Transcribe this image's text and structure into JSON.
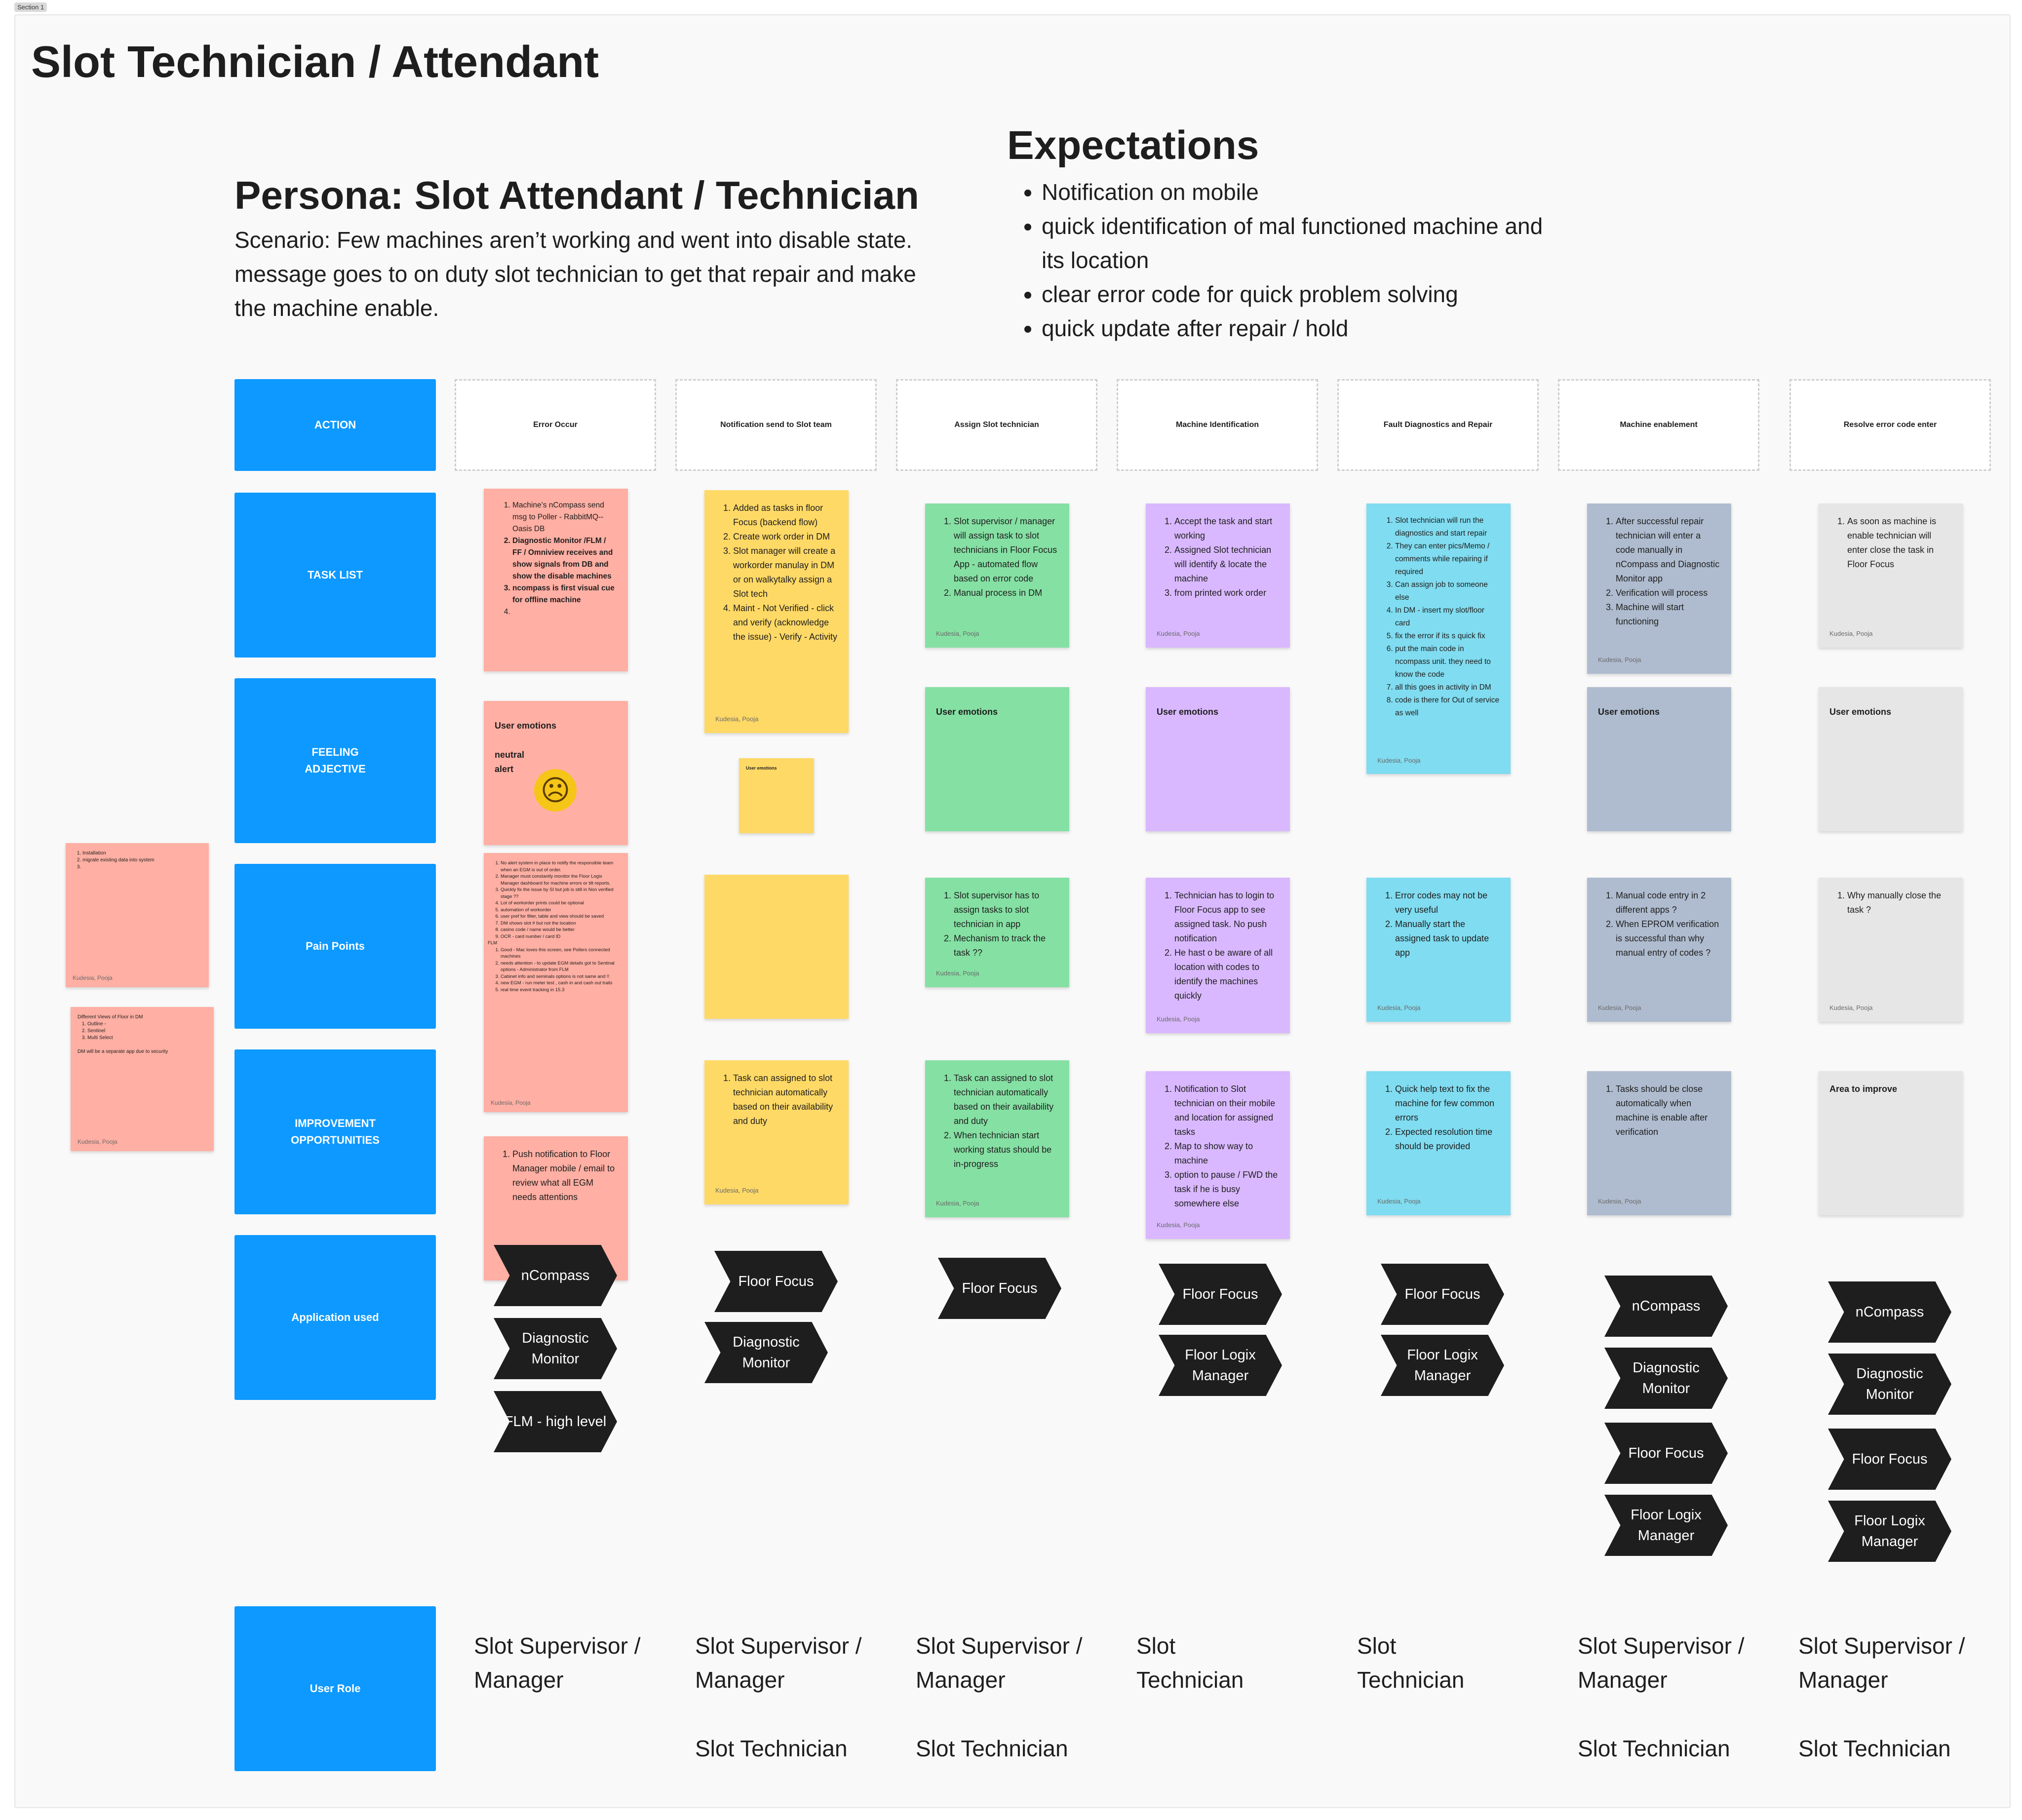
{
  "section_label": "Section 1",
  "page_title": "Slot Technician / Attendant",
  "persona": {
    "title": "Persona: Slot Attendant / Technician",
    "scenario": "Scenario: Few machines aren’t working and went into disable state. message goes to on duty slot technician to get that repair and make the machine enable."
  },
  "expectations": {
    "title": "Expectations",
    "items": [
      "Notification on mobile",
      "quick identification of mal functioned machine and its location",
      "clear error code for quick problem solving",
      "quick update after repair / hold"
    ]
  },
  "row_labels": {
    "action": "ACTION",
    "task_list": "TASK LIST",
    "feeling": "FEELING ADJECTIVE",
    "pain_points": "Pain Points",
    "improvement": "IMPROVEMENT OPPORTUNITIES",
    "apps": "Application used",
    "user_role": "User Role"
  },
  "phases": [
    "Error Occur",
    "Notification send to Slot team",
    "Assign Slot technician",
    "Machine Identification",
    "Fault Diagnostics and Repair",
    "Machine enablement",
    "Resolve error code enter"
  ],
  "author": "Kudesia, Pooja",
  "emotions_label": "User emotions",
  "area_to_improve": "Area to improve",
  "side_notes": {
    "n1": [
      "Installation",
      "migrate existing data into system",
      ""
    ],
    "n2_title": "Different Views of Floor in DM",
    "n2": [
      "Outline -",
      "Sentinel",
      "Multi Select"
    ],
    "n2_footer": "DM will be a separate app due to security"
  },
  "tasks": {
    "t1": [
      "Machine’s nCompass send msg to Poller - RabbitMQ-- Oasis DB",
      "Diagnostic Monitor /FLM / FF / Omniview receives and show signals from DB and show the disable machines",
      "ncompass is first visual cue for offline machine",
      ""
    ],
    "t2": [
      "Added as tasks in floor Focus (backend flow)",
      "Create work order in DM",
      "Slot manager will create a workorder manulay in DM or on walkytalky assign a Slot tech",
      "Maint - Not Verified - click and verify (acknowledge the issue) - Verify - Activity"
    ],
    "t3": [
      "Slot supervisor / manager will assign task to slot technicians in Floor Focus App - automated flow based on error code",
      "Manual process in DM"
    ],
    "t4": [
      "Accept the task and start working",
      "Assigned Slot technician will identify & locate the machine",
      "from printed work order"
    ],
    "t5": [
      "Slot technician will run the diagnostics and start repair",
      "They can enter pics/Memo / comments while repairing if required",
      "Can assign job to someone else",
      "In DM - insert my slot/floor card",
      "fix the error if its s quick fix",
      "put the main code in ncompass unit. they need to know the code",
      "all this goes in activity in DM",
      "code is there for Out of service as well"
    ],
    "t6": [
      "After successful repair technician will enter a code manually in nCompass and Diagnostic Monitor app",
      "Verification will process",
      "Machine will start functioning"
    ],
    "t7": [
      "As soon as machine is enable technician will enter close the task in Floor Focus"
    ]
  },
  "feelings": {
    "f1_text": [
      "neutral",
      "alert"
    ],
    "f1_emoji": "☹"
  },
  "pains": {
    "p1": [
      "No alert system in place to notify the responsible team when an EGM is out of order.",
      "Manager must constantly monitor the Floor Logix Manager dashboard for machine errors or tilt reports.",
      "Quickly fix the issue by SI but job is still in Non verified stage ??",
      "Lot of workorder prints could be optional",
      "automation of workorder",
      "user pref for filter, table and view should be saved",
      "DM shows slot # but not the location",
      "casino code / name would be better",
      "OCR - card number / card ID",
      "FLM",
      "Good - Mac loves this screen, see Pollers connected machines",
      "needs attention - to update EGM details got to Sentinal options - Administrator from FLM",
      "Cabinet info and seminals options is not same and !!",
      "new EGM - run meter test , cash in and cash out trails",
      "real time event tracking in 15.3"
    ],
    "p3": [
      "Slot supervisor has to assign tasks to slot technician in app",
      "Mechanism to track the task ??"
    ],
    "p4": [
      "Technician has to login to Floor Focus app to see assigned task. No push notification",
      "He hast o be aware of all location with codes to identify the machines quickly"
    ],
    "p5": [
      "Error codes may not be very useful",
      "Manually start the assigned task to update app"
    ],
    "p6": [
      "Manual code entry in 2 different apps ?",
      "When EPROM verification is successful than why manual entry of codes ?"
    ],
    "p7": [
      "Why manually close the task ?"
    ]
  },
  "improvements": {
    "i1": [
      "Push notification to Floor Manager mobile / email to review what all EGM needs attentions"
    ],
    "i2": [
      "Task can assigned to slot technician automatically based on their availability and duty"
    ],
    "i3": [
      "Task can assigned to slot technician automatically based on their availability and duty",
      "When technician start working status should be in-progress"
    ],
    "i4": [
      "Notification to Slot technician on their mobile and location for assigned tasks",
      "Map to show way to machine",
      "option to pause / FWD the task if he is busy somewhere else"
    ],
    "i5": [
      "Quick help text to fix the machine for few common errors",
      "Expected resolution time should be provided"
    ],
    "i6": [
      "Tasks should be close automatically when machine is enable after verification"
    ]
  },
  "apps": {
    "ncompass": "nCompass",
    "diagnostic_monitor": "Diagnostic Monitor",
    "flm_high_level": "FLM - high level",
    "floor_focus": "Floor Focus",
    "floor_logix_manager": "Floor Logix Manager"
  },
  "roles": {
    "supervisor": "Slot Supervisor / Manager",
    "technician_short": "Slot Technician",
    "technician": "Slot Technician"
  }
}
